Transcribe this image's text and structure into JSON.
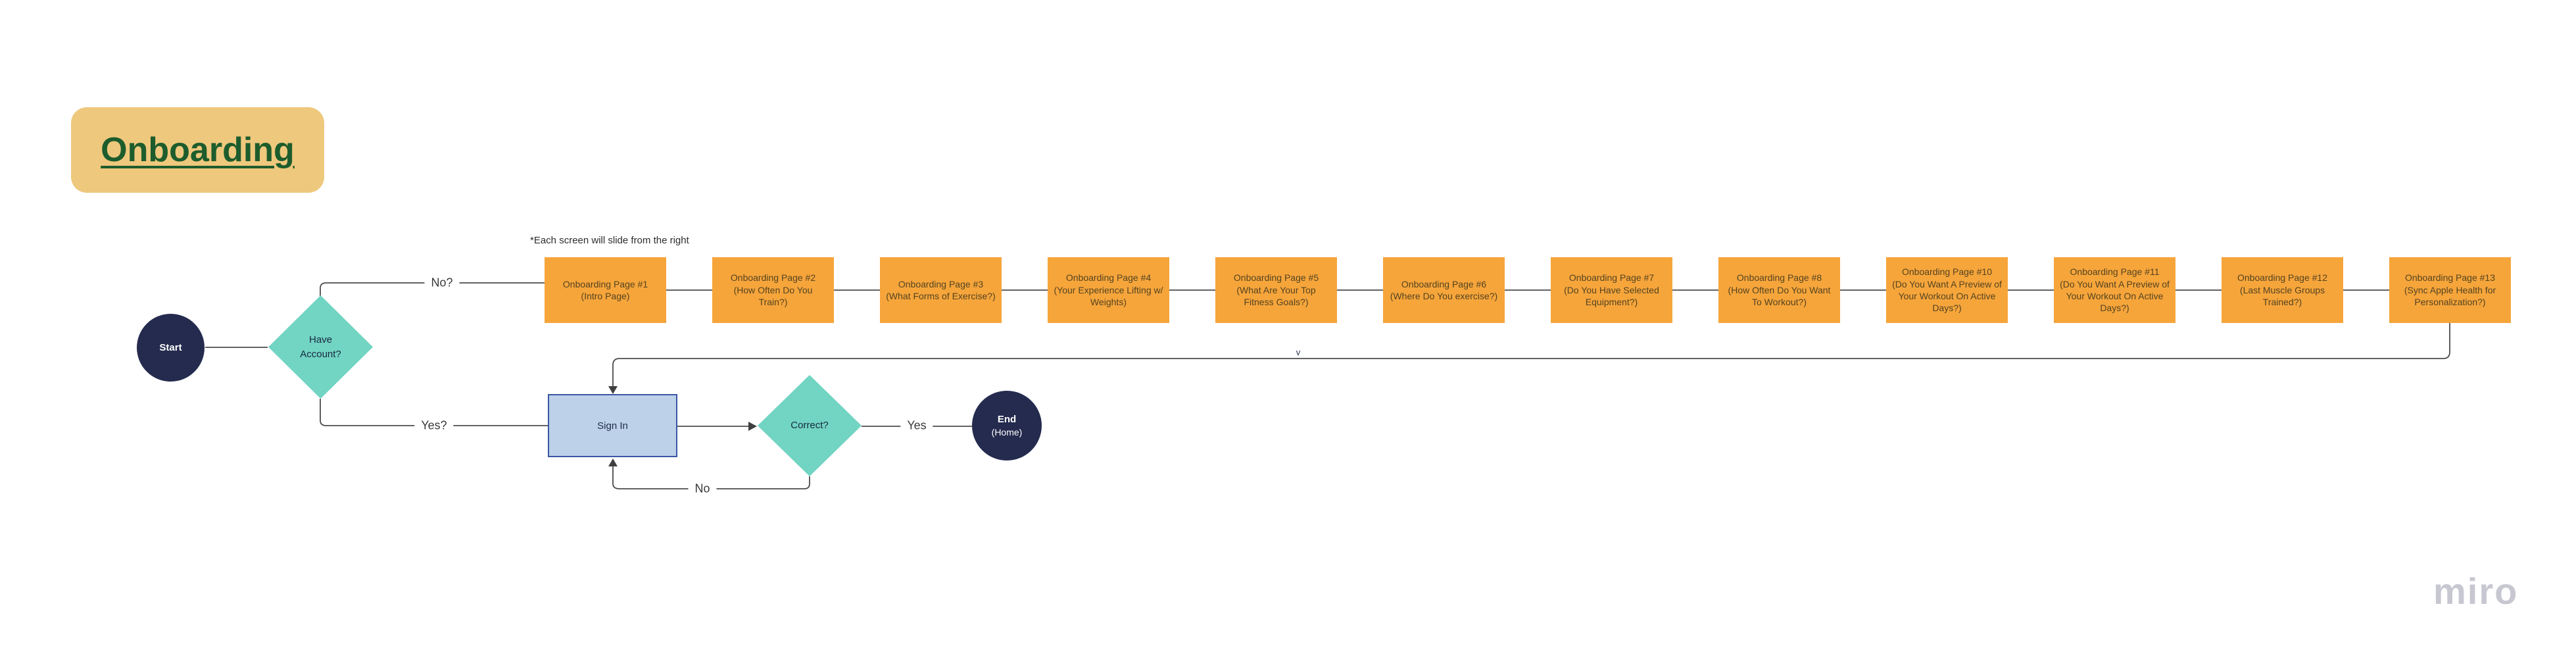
{
  "board": {
    "title": "Onboarding",
    "note": "*Each screen will slide from the right",
    "watermark": "miro"
  },
  "colors": {
    "page_box": "#f6a53b",
    "page_box_text": "#54431f",
    "diamond": "#72d4c3",
    "terminal_circle": "#242b4e",
    "signin_fill": "#bdd1e8",
    "signin_border": "#3c55a6",
    "title_bg": "#eec87d",
    "title_text": "#1d5c2c",
    "wire": "#4c4c4c"
  },
  "nodes": {
    "start": {
      "label": "Start"
    },
    "have_account": {
      "label": "Have Account?"
    },
    "sign_in": {
      "label": "Sign In"
    },
    "correct": {
      "label": "Correct?"
    },
    "end": {
      "line1": "End",
      "line2": "(Home)"
    }
  },
  "edges": {
    "no_branch": "No?",
    "yes_branch": "Yes?",
    "correct_yes": "Yes",
    "correct_no": "No",
    "v_mark": "v"
  },
  "pages": [
    {
      "line1": "Onboarding Page #1",
      "line2": "(Intro Page)"
    },
    {
      "line1": "Onboarding Page #2",
      "line2": "(How Often Do You Train?)"
    },
    {
      "line1": "Onboarding Page #3",
      "line2": "(What Forms of Exercise?)"
    },
    {
      "line1": "Onboarding Page #4",
      "line2": "(Your Experience Lifting w/ Weights)"
    },
    {
      "line1": "Onboarding Page #5",
      "line2": "(What Are Your Top Fitness Goals?)"
    },
    {
      "line1": "Onboarding Page #6",
      "line2": "(Where Do You exercise?)"
    },
    {
      "line1": "Onboarding Page #7",
      "line2": "(Do You Have Selected Equipment?)"
    },
    {
      "line1": "Onboarding Page #8",
      "line2": "(How Often Do You Want To Workout?)"
    },
    {
      "line1": "Onboarding Page #10",
      "line2": "(Do You Want A Preview of Your Workout On Active Days?)"
    },
    {
      "line1": "Onboarding Page #11",
      "line2": "(Do You Want A Preview of Your Workout On Active Days?)"
    },
    {
      "line1": "Onboarding Page #12",
      "line2": "(Last Muscle Groups Trained?)"
    },
    {
      "line1": "Onboarding Page #13",
      "line2": "(Sync Apple Health for Personalization?)"
    }
  ]
}
